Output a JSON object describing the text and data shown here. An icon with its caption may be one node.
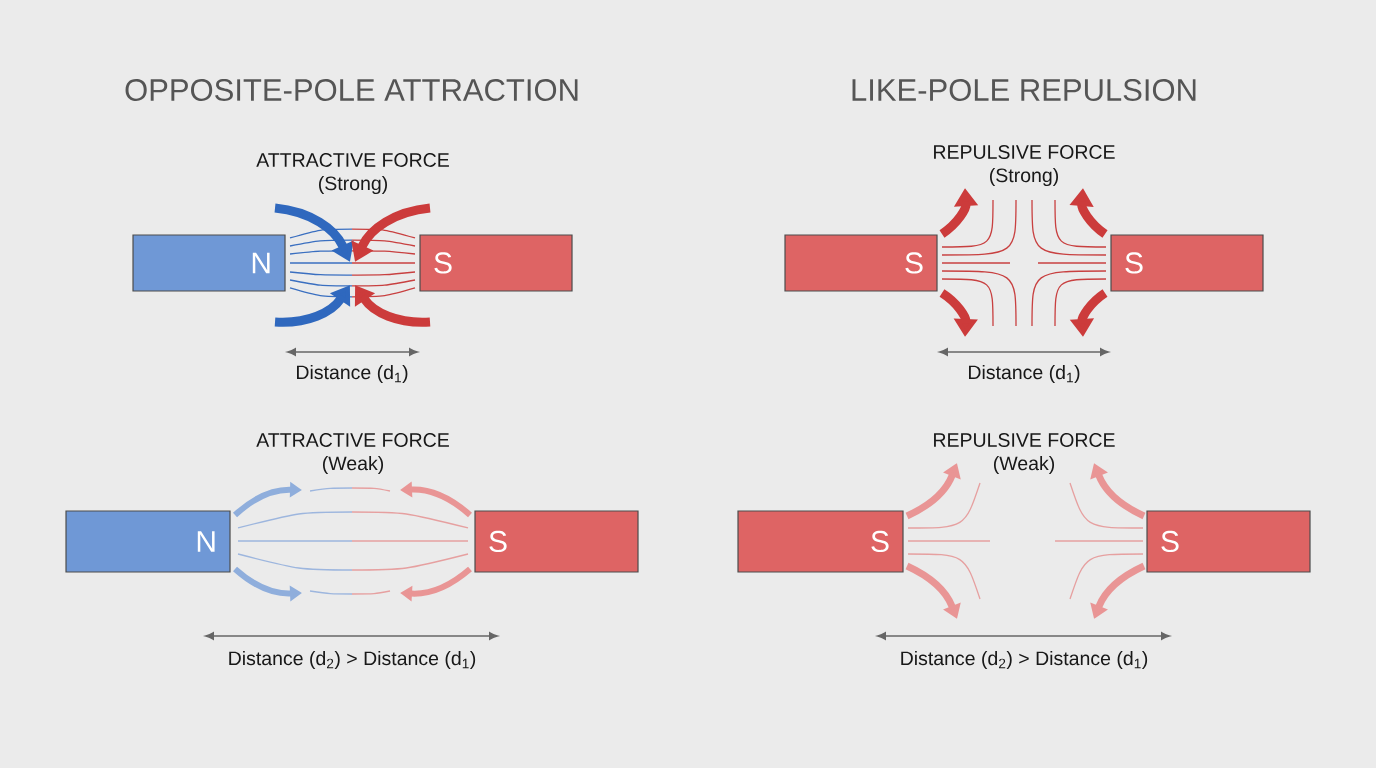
{
  "diagram": {
    "nodes": [
      {
        "text": [
          "N"
        ]
      },
      {
        "text": [
          "S"
        ]
      },
      {
        "text": [
          "S"
        ]
      },
      {
        "text": [
          "S"
        ]
      },
      {
        "text": [
          "N"
        ]
      },
      {
        "text": [
          "S"
        ]
      },
      {
        "text": [
          "S"
        ]
      },
      {
        "text": [
          "S"
        ]
      }
    ],
    "labels": [
      "OPPOSITE-POLE ATTRACTION",
      "LIKE-POLE REPULSION",
      "ATTRACTIVE FORCE",
      "(Strong)",
      "REPULSIVE FORCE",
      "(Strong)",
      "Distance (d$_{1}$)",
      "Distance (d$_{1}$)",
      "ATTRACTIVE FORCE",
      "(Weak)",
      "REPULSIVE FORCE",
      "(Weak)",
      "Distance (d$_{2}$) > Distance (d$_{1}$)",
      "Distance (d$_{2}$) > Distance (d$_{1}$)"
    ]
  }
}
